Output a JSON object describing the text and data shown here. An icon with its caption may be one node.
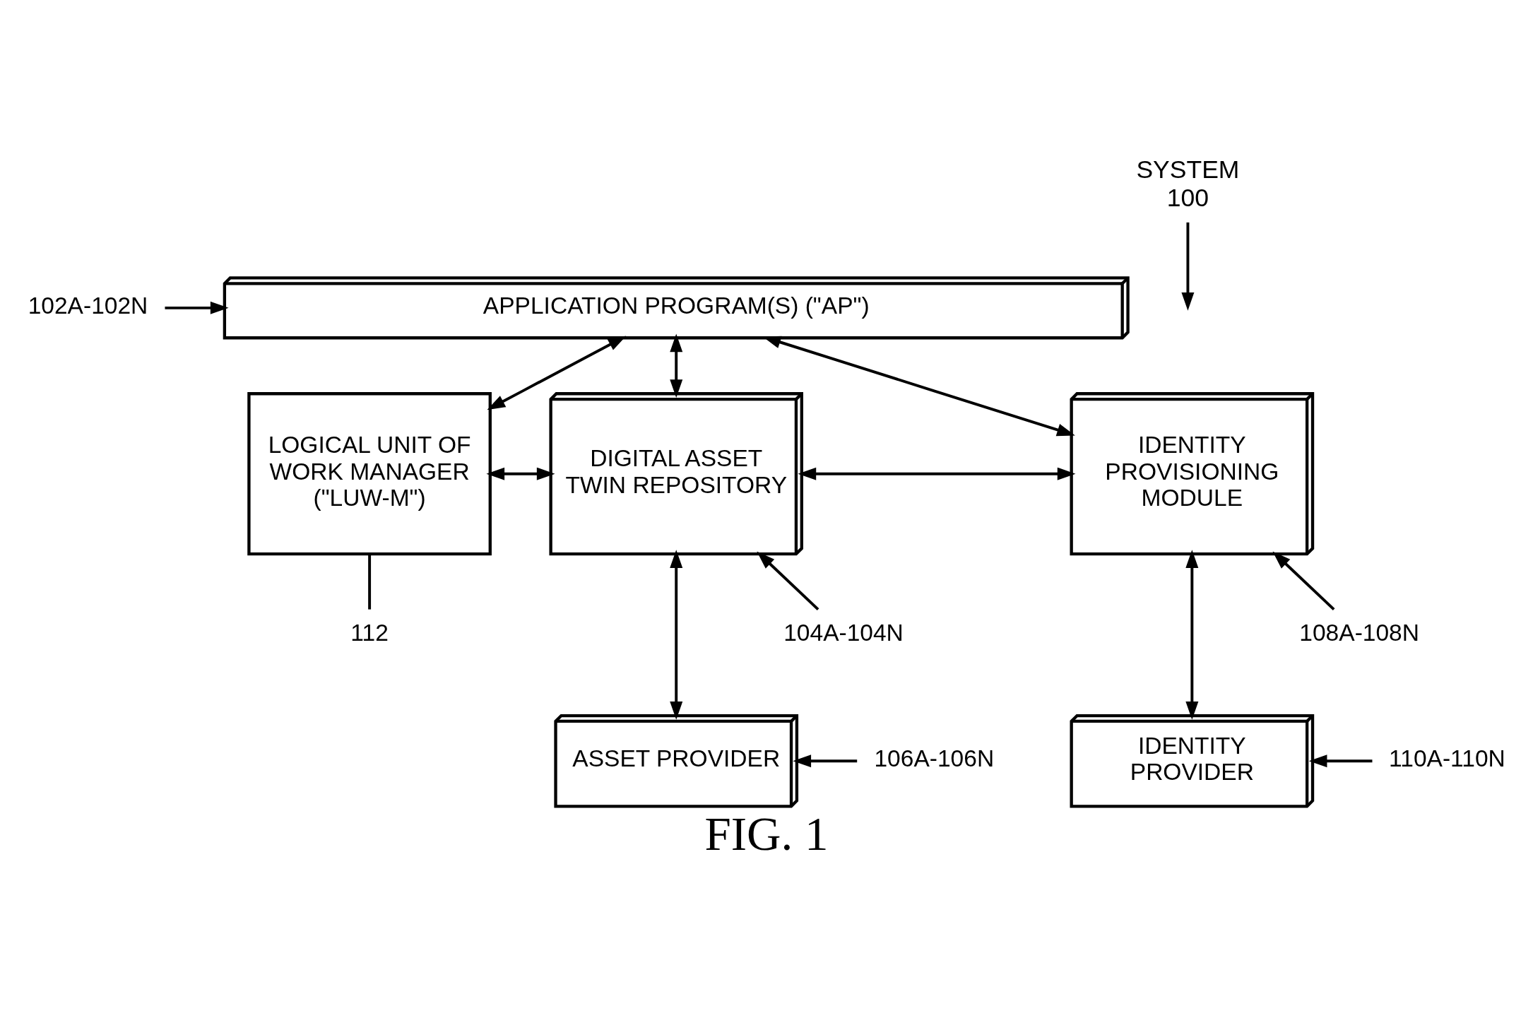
{
  "diagram": {
    "caption": "FIG. 1",
    "nodes": [
      {
        "text": [
          "APPLICATION PROGRAM(S) (\"AP\")"
        ]
      },
      {
        "text": [
          "LOGICAL UNIT OF WORK MANAGER (\"LUW-M\")"
        ]
      },
      {
        "text": [
          "DIGITAL ASSET TWIN REPOSITORY"
        ]
      },
      {
        "text": [
          "IDENTITY PROVISIONING MODULE"
        ]
      },
      {
        "text": [
          "ASSET PROVIDER"
        ]
      },
      {
        "text": [
          "IDENTITY PROVIDER"
        ]
      },
      {
        "text": [
          "102A-102N"
        ]
      },
      {
        "text": [
          "112"
        ]
      },
      {
        "text": [
          "104A-104N"
        ]
      },
      {
        "text": [
          "106A-106N"
        ]
      },
      {
        "text": [
          "108A-108N"
        ]
      },
      {
        "text": [
          "110A-110N"
        ]
      },
      {
        "text": [
          "SYSTEM",
          "100"
        ]
      }
    ],
    "edges": [
      {
        "from": 0,
        "to": 1,
        "arrow": "both"
      },
      {
        "from": 0,
        "to": 2,
        "arrow": "both"
      },
      {
        "from": 0,
        "to": 3,
        "arrow": "both"
      },
      {
        "from": 1,
        "to": 2,
        "arrow": "both"
      },
      {
        "from": 2,
        "to": 3,
        "arrow": "both"
      },
      {
        "from": 2,
        "to": 4,
        "arrow": "both"
      },
      {
        "from": 3,
        "to": 5,
        "arrow": "both"
      },
      {
        "from": 6,
        "to": 0,
        "arrow": "to"
      },
      {
        "from": 7,
        "to": 1,
        "arrow": "none"
      },
      {
        "from": 8,
        "to": 2,
        "arrow": "to"
      },
      {
        "from": 9,
        "to": 4,
        "arrow": "to"
      },
      {
        "from": 10,
        "to": 3,
        "arrow": "to"
      },
      {
        "from": 11,
        "to": 5,
        "arrow": "to"
      },
      {
        "from": 12,
        "to": null,
        "arrow": "to"
      }
    ]
  }
}
